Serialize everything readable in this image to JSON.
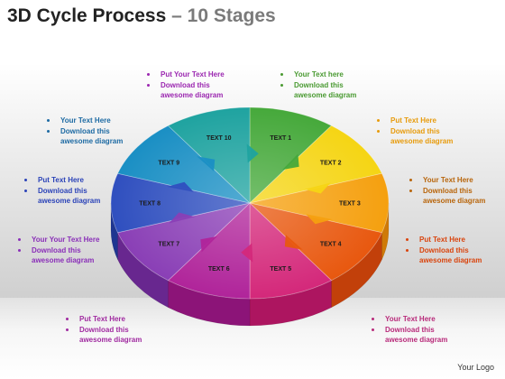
{
  "title": {
    "main": "3D Cycle Process",
    "dash": " – ",
    "sub": "10 Stages"
  },
  "segments": [
    {
      "label": "TEXT 1",
      "top": "#46a93b",
      "side": "#2c7d25"
    },
    {
      "label": "TEXT 2",
      "top": "#f5d514",
      "side": "#cda20a"
    },
    {
      "label": "TEXT 3",
      "top": "#f5a00f",
      "side": "#cf7a08"
    },
    {
      "label": "TEXT 4",
      "top": "#e8580f",
      "side": "#c2400a"
    },
    {
      "label": "TEXT 5",
      "top": "#d4287a",
      "side": "#ad1560"
    },
    {
      "label": "TEXT 6",
      "top": "#b0249a",
      "side": "#8c1478"
    },
    {
      "label": "TEXT 7",
      "top": "#8a3fb6",
      "side": "#68278f"
    },
    {
      "label": "TEXT 8",
      "top": "#2f4fbf",
      "side": "#1f3691"
    },
    {
      "label": "TEXT 9",
      "top": "#1a8fc4",
      "side": "#106a95"
    },
    {
      "label": "TEXT 10",
      "top": "#1fa3a0",
      "side": "#137a77"
    }
  ],
  "callouts": [
    {
      "title": "Put Your Text Here",
      "line2": "Download this",
      "line3": "awesome diagram",
      "color": "#9b27b0"
    },
    {
      "title": "Your Text  here",
      "line2": "Download this",
      "line3": "awesome diagram",
      "color": "#4a9a32"
    },
    {
      "title": "Your Text Here",
      "line2": "Download this",
      "line3": "awesome diagram",
      "color": "#1d6aa3"
    },
    {
      "title": "Put Text  Here",
      "line2": "Download this",
      "line3": "awesome diagram",
      "color": "#e79b0c"
    },
    {
      "title": "Put Text Here",
      "line2": "Download this",
      "line3": "awesome diagram",
      "color": "#2b43b8"
    },
    {
      "title": "Your Text Here",
      "line2": "Download this",
      "line3": "awesome diagram",
      "color": "#b8650b"
    },
    {
      "title": "Your Your Text Here",
      "line2": "Download this",
      "line3": "awesome diagram",
      "color": "#8a2fb8"
    },
    {
      "title": "Put Text Here",
      "line2": "Download this",
      "line3": "awesome diagram",
      "color": "#d9440d"
    },
    {
      "title": "Put Text Here",
      "line2": "Download this",
      "line3": "awesome diagram",
      "color": "#a02aa0"
    },
    {
      "title": "Your Text Here",
      "line2": "Download this",
      "line3": "awesome diagram",
      "color": "#b82a7a"
    }
  ],
  "logo": "Your Logo"
}
